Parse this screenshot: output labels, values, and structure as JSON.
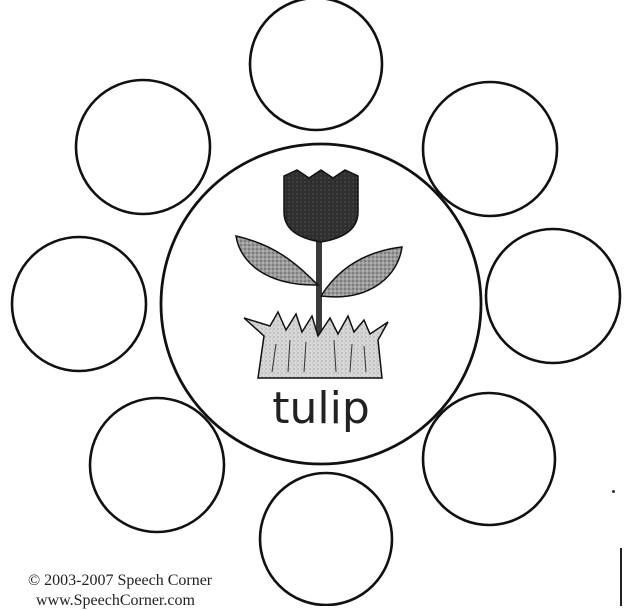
{
  "worksheet": {
    "center_word": "tulip",
    "picture_icon": "tulip-icon",
    "empty_circles": 8,
    "copyright": "© 2003-2007 Speech Corner",
    "website": "www.SpeechCorner.com"
  },
  "colors": {
    "outline": "#111111",
    "flower": "#2a2a2a",
    "leaf": "#8a8a8a",
    "grass": "#c8c8c8"
  }
}
